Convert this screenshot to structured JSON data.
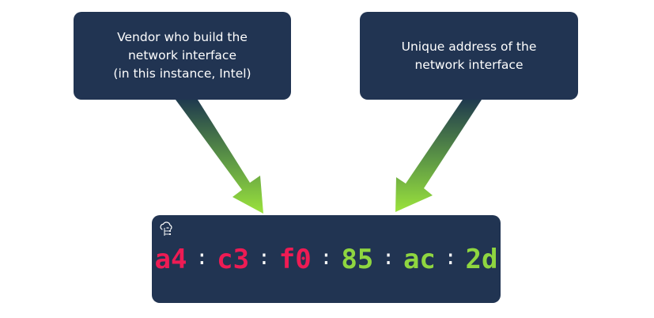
{
  "callouts": {
    "vendor": {
      "lines": [
        "Vendor who build the",
        "network interface",
        "(in this instance, Intel)"
      ]
    },
    "unique": {
      "lines": [
        "Unique address of the",
        "network interface"
      ]
    }
  },
  "mac_address": {
    "octets": [
      "a4",
      "c3",
      "f0",
      "85",
      "ac",
      "2d"
    ],
    "separator": ":",
    "vendor_octet_count": 3
  },
  "colors": {
    "panel": "#213452",
    "text": "#ffffff",
    "vendor_octets": "#ee1b54",
    "unique_octets": "#8fd640",
    "arrow_start": "#1f3a4e",
    "arrow_end": "#9be33c"
  },
  "icons": {
    "logo": "cloud-network-logo-icon",
    "arrows": "gradient-arrow-icon"
  }
}
